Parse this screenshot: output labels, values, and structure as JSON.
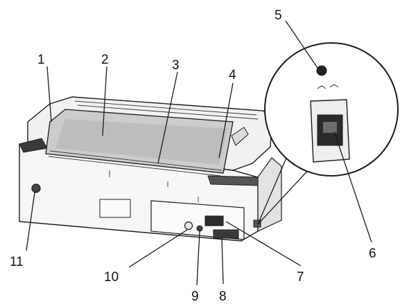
{
  "figure": {
    "subject": "printer rear view with callouts",
    "callouts": [
      {
        "number": "1"
      },
      {
        "number": "2"
      },
      {
        "number": "3"
      },
      {
        "number": "4"
      },
      {
        "number": "5"
      },
      {
        "number": "6"
      },
      {
        "number": "7"
      },
      {
        "number": "8"
      },
      {
        "number": "9"
      },
      {
        "number": "10"
      },
      {
        "number": "11"
      }
    ]
  },
  "colors": {
    "body_light": "#f3f3f3",
    "body_mid": "#d9d9d9",
    "panel_dark": "#4a4a4a",
    "window_grey": "#cfcfcf",
    "line": "#1a1a1a"
  }
}
